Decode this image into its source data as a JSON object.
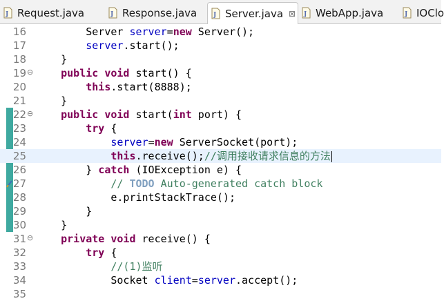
{
  "tabs": [
    {
      "label": "Request.java",
      "active": false
    },
    {
      "label": "Response.java",
      "active": false
    },
    {
      "label": "Server.java",
      "active": true,
      "close": "⊠"
    },
    {
      "label": "WebApp.java",
      "active": false
    },
    {
      "label": "IOClo",
      "active": false
    }
  ],
  "lines": [
    {
      "num": "16",
      "indent": 8,
      "tokens": [
        {
          "t": "Server "
        },
        {
          "t": "server",
          "c": "fld"
        },
        {
          "t": "="
        },
        {
          "t": "new",
          "c": "kw"
        },
        {
          "t": " Server();"
        }
      ]
    },
    {
      "num": "17",
      "indent": 8,
      "tokens": [
        {
          "t": "server",
          "c": "fld"
        },
        {
          "t": ".start();"
        }
      ]
    },
    {
      "num": "18",
      "indent": 4,
      "tokens": [
        {
          "t": "}"
        }
      ]
    },
    {
      "num": "19",
      "indent": 4,
      "fold": true,
      "tokens": [
        {
          "t": "public",
          "c": "kw"
        },
        {
          "t": " "
        },
        {
          "t": "void",
          "c": "kw"
        },
        {
          "t": " start() {"
        }
      ]
    },
    {
      "num": "20",
      "indent": 8,
      "tokens": [
        {
          "t": "this",
          "c": "kw"
        },
        {
          "t": ".start(8888);"
        }
      ]
    },
    {
      "num": "21",
      "indent": 4,
      "tokens": [
        {
          "t": "}"
        }
      ]
    },
    {
      "num": "22",
      "indent": 4,
      "fold": true,
      "tokens": [
        {
          "t": "public",
          "c": "kw"
        },
        {
          "t": " "
        },
        {
          "t": "void",
          "c": "kw"
        },
        {
          "t": " start("
        },
        {
          "t": "int",
          "c": "kw"
        },
        {
          "t": " port) {"
        }
      ]
    },
    {
      "num": "23",
      "indent": 8,
      "tokens": [
        {
          "t": "try",
          "c": "kw"
        },
        {
          "t": " {"
        }
      ]
    },
    {
      "num": "24",
      "indent": 12,
      "tokens": [
        {
          "t": "server",
          "c": "fld"
        },
        {
          "t": "="
        },
        {
          "t": "new",
          "c": "kw"
        },
        {
          "t": " ServerSocket(port);"
        }
      ]
    },
    {
      "num": "25",
      "indent": 12,
      "current": true,
      "caret": true,
      "tokens": [
        {
          "t": "this",
          "c": "kw"
        },
        {
          "t": ".receive();"
        },
        {
          "t": "//调用接收请求信息的方法",
          "c": "com"
        }
      ]
    },
    {
      "num": "26",
      "indent": 8,
      "tokens": [
        {
          "t": "} "
        },
        {
          "t": "catch",
          "c": "kw"
        },
        {
          "t": " (IOException e) {"
        }
      ]
    },
    {
      "num": "27",
      "indent": 12,
      "warn": true,
      "tokens": [
        {
          "t": "// ",
          "c": "com"
        },
        {
          "t": "TODO",
          "c": "todo"
        },
        {
          "t": " Auto-generated catch block",
          "c": "com"
        }
      ]
    },
    {
      "num": "28",
      "indent": 12,
      "tokens": [
        {
          "t": "e.printStackTrace();"
        }
      ]
    },
    {
      "num": "29",
      "indent": 8,
      "tokens": [
        {
          "t": "}"
        }
      ]
    },
    {
      "num": "30",
      "indent": 4,
      "tokens": [
        {
          "t": "}"
        }
      ]
    },
    {
      "num": "31",
      "indent": 4,
      "fold": true,
      "tokens": [
        {
          "t": "private",
          "c": "kw"
        },
        {
          "t": " "
        },
        {
          "t": "void",
          "c": "kw"
        },
        {
          "t": " receive() {"
        }
      ]
    },
    {
      "num": "32",
      "indent": 8,
      "tokens": [
        {
          "t": "try",
          "c": "kw"
        },
        {
          "t": " {"
        }
      ]
    },
    {
      "num": "33",
      "indent": 12,
      "tokens": [
        {
          "t": "//(1)监听",
          "c": "com"
        }
      ]
    },
    {
      "num": "34",
      "indent": 12,
      "tokens": [
        {
          "t": "Socket "
        },
        {
          "t": "client",
          "c": "fld"
        },
        {
          "t": "="
        },
        {
          "t": "server",
          "c": "fld"
        },
        {
          "t": ".accept();"
        }
      ]
    },
    {
      "num": "35",
      "indent": 0,
      "tokens": []
    }
  ],
  "change_bar_lines": [
    "22",
    "23",
    "24",
    "25",
    "26",
    "27",
    "28",
    "29",
    "30"
  ],
  "fold_marker": "⊖"
}
